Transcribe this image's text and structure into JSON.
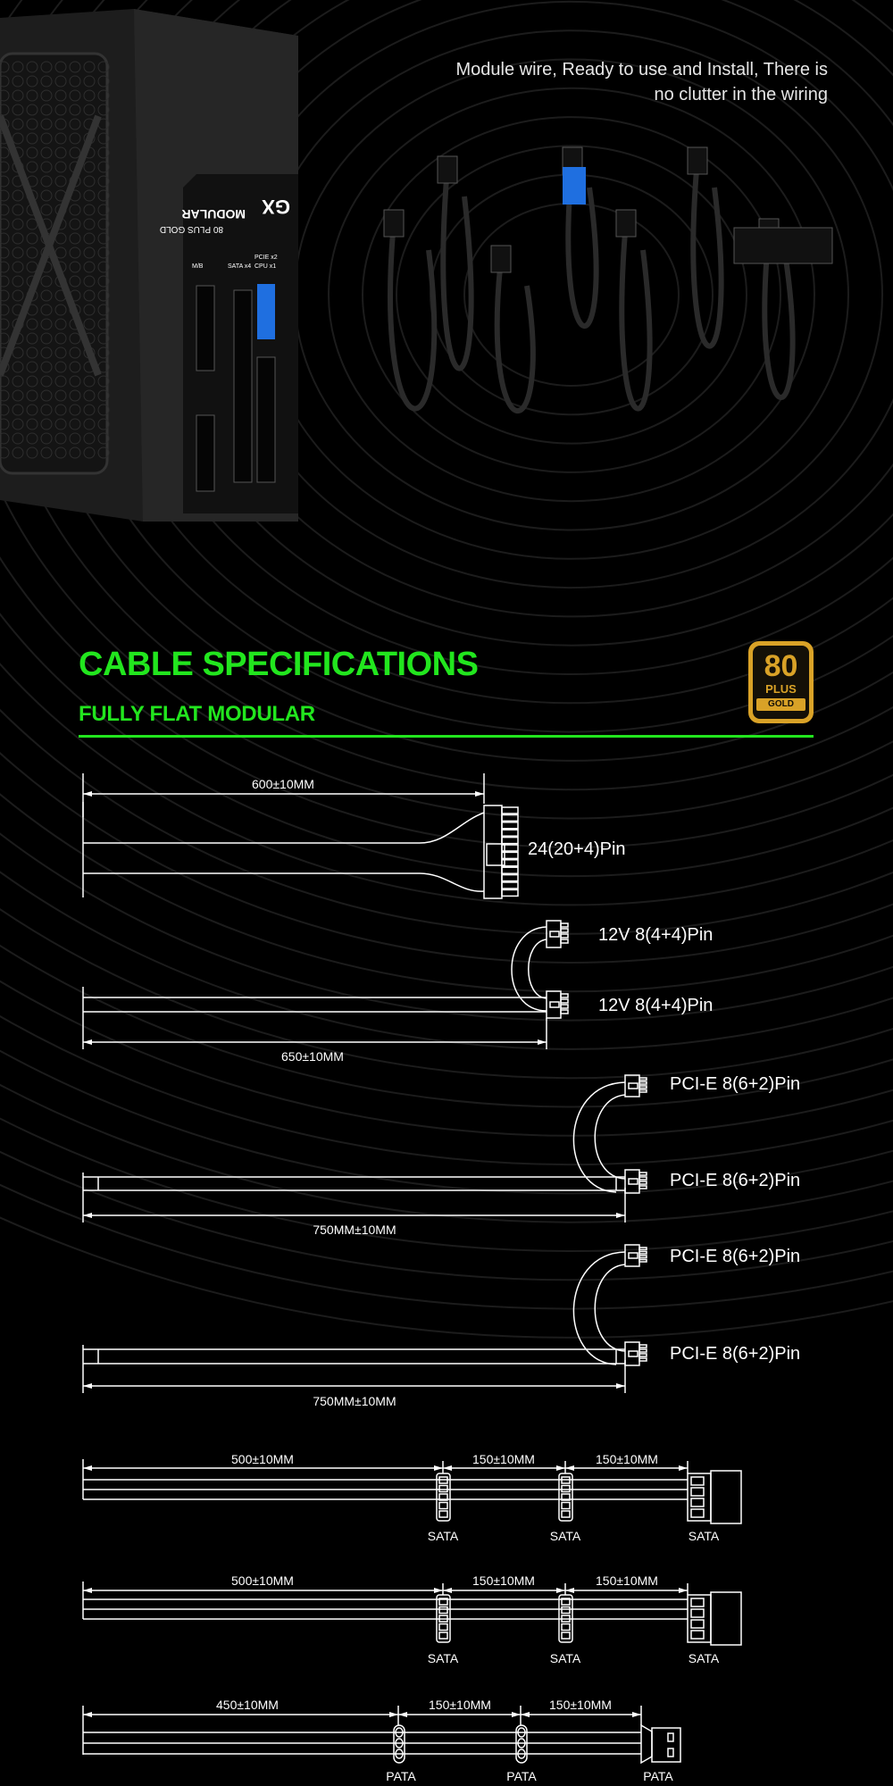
{
  "header": {
    "line1": "Module wire, Ready to use and Install, There is",
    "line2": "no clutter in the wiring"
  },
  "psu": {
    "brand_logo": "GX",
    "model_text": "MODULAR",
    "cert_text": "80 PLUS GOLD",
    "port_labels": [
      "M/B",
      "SATA x4",
      "CPU x1",
      "PCIE x2"
    ]
  },
  "specs": {
    "title": "CABLE SPECIFICATIONS",
    "subtitle": "FULLY FLAT MODULAR",
    "badge": {
      "top": "80",
      "middle": "PLUS",
      "bottom": "GOLD"
    },
    "accent_color": "#22e61e",
    "cables": [
      {
        "name": "atx",
        "lengths": [
          "600±10MM"
        ],
        "connectors": [
          "24(20+4)Pin"
        ]
      },
      {
        "name": "cpu",
        "lengths": [
          "650±10MM"
        ],
        "connectors": [
          "12V 8(4+4)Pin",
          "12V 8(4+4)Pin"
        ]
      },
      {
        "name": "pcie1",
        "lengths": [
          "750MM±10MM"
        ],
        "connectors": [
          "PCI-E 8(6+2)Pin",
          "PCI-E 8(6+2)Pin"
        ]
      },
      {
        "name": "pcie2",
        "lengths": [
          "750MM±10MM"
        ],
        "connectors": [
          "PCI-E 8(6+2)Pin",
          "PCI-E 8(6+2)Pin"
        ]
      },
      {
        "name": "sata1",
        "lengths": [
          "500±10MM",
          "150±10MM",
          "150±10MM"
        ],
        "connectors": [
          "SATA",
          "SATA",
          "SATA"
        ]
      },
      {
        "name": "sata2",
        "lengths": [
          "500±10MM",
          "150±10MM",
          "150±10MM"
        ],
        "connectors": [
          "SATA",
          "SATA",
          "SATA"
        ]
      },
      {
        "name": "pata",
        "lengths": [
          "450±10MM",
          "150±10MM",
          "150±10MM"
        ],
        "connectors": [
          "PATA",
          "PATA",
          "PATA"
        ]
      }
    ]
  }
}
